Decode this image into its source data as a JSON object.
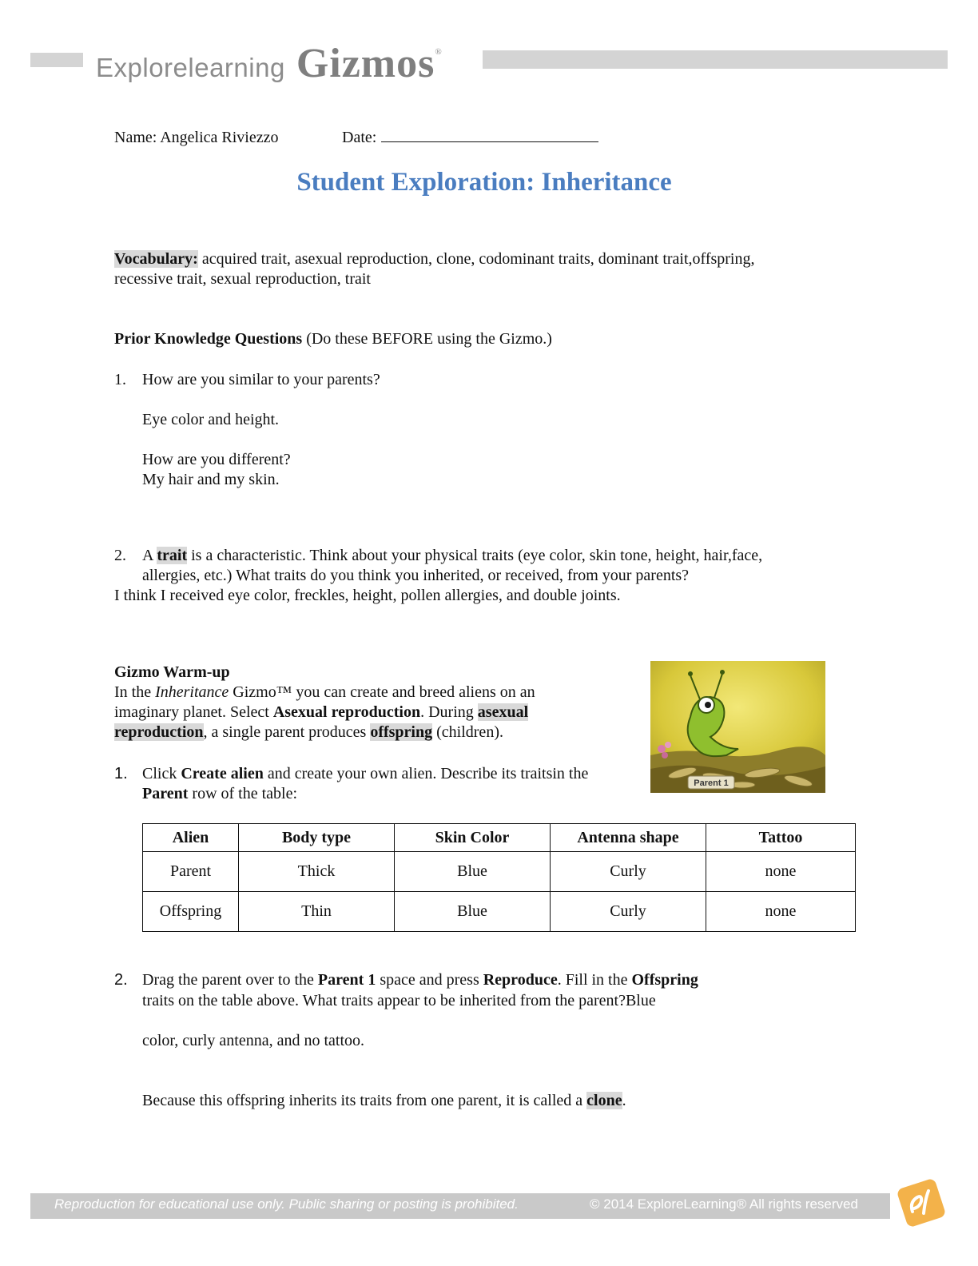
{
  "header": {
    "brand_small": "Explorelearning",
    "brand_big": "Gizmos",
    "brand_reg": "®"
  },
  "meta": {
    "name_label": "Name:",
    "name_value": "Angelica Riviezzo",
    "date_label": "Date:"
  },
  "title": "Student Exploration: Inheritance",
  "vocabulary": {
    "label": "Vocabulary:",
    "line1": " acquired trait, asexual reproduction, clone, codominant traits, dominant trait,offspring,",
    "line2": "recessive trait, sexual reproduction, trait"
  },
  "prior": {
    "heading": "Prior Knowledge Questions",
    "note": " (Do these BEFORE using the Gizmo.)",
    "q1_num": "1.",
    "q1": "How are you similar to your parents?",
    "a1": "Eye color and height.",
    "q1b": "How are you different?",
    "a1b": "My hair and my skin.",
    "q2_num": "2.",
    "q2_pre": "A ",
    "q2_term": "trait",
    "q2_post": " is a characteristic. Think about your physical traits (eye color, skin tone, height, hair,face,",
    "q2_line2": "allergies, etc.) What traits do you think you inherited, or received, from your parents?",
    "a2": "I think I received eye color, freckles, height, pollen allergies, and double joints."
  },
  "warmup": {
    "heading": "Gizmo Warm-up",
    "l1_pre": "In the ",
    "l1_italic": "Inheritance",
    "l1_post": " Gizmo™ you can create and breed aliens on an",
    "l2_pre": "imaginary planet. Select ",
    "l2_bold": "Asexual reproduction",
    "l2_mid": ". During ",
    "l2_hl": "asexual",
    "l3_hl": "reproduction",
    "l3_mid": ", a single parent produces ",
    "l3_hl2": "offspring",
    "l3_post": " (children).",
    "s1_num": "1.",
    "s1_pre": "Click ",
    "s1_bold": "Create alien",
    "s1_post": " and create your own alien. Describe its traitsin the",
    "s1_l2_bold": "Parent",
    "s1_l2_post": " row of the table:",
    "image_label": "Parent 1"
  },
  "table": {
    "headers": [
      "Alien",
      "Body type",
      "Skin Color",
      "Antenna shape",
      "Tattoo"
    ],
    "rows": [
      [
        "Parent",
        "Thick",
        "Blue",
        "Curly",
        "none"
      ],
      [
        "Offspring",
        "Thin",
        "Blue",
        "Curly",
        "none"
      ]
    ]
  },
  "step2": {
    "num": "2.",
    "pre": "Drag the parent over to the ",
    "b1": "Parent 1",
    "mid1": " space and press ",
    "b2": "Reproduce",
    "mid2": ". Fill in the ",
    "b3": "Offspring",
    "line2": "traits on the table above. What traits appear to be inherited from the parent?Blue",
    "line3": "color, curly antenna, and no tattoo.",
    "clone_pre": "Because this offspring inherits its traits from one parent, it is called a ",
    "clone_term": "clone",
    "clone_post": "."
  },
  "footer": {
    "left": "Reproduction for educational use only. Public sharing or posting is prohibited.",
    "right": "© 2014 ExploreLearning® All rights reserved"
  }
}
